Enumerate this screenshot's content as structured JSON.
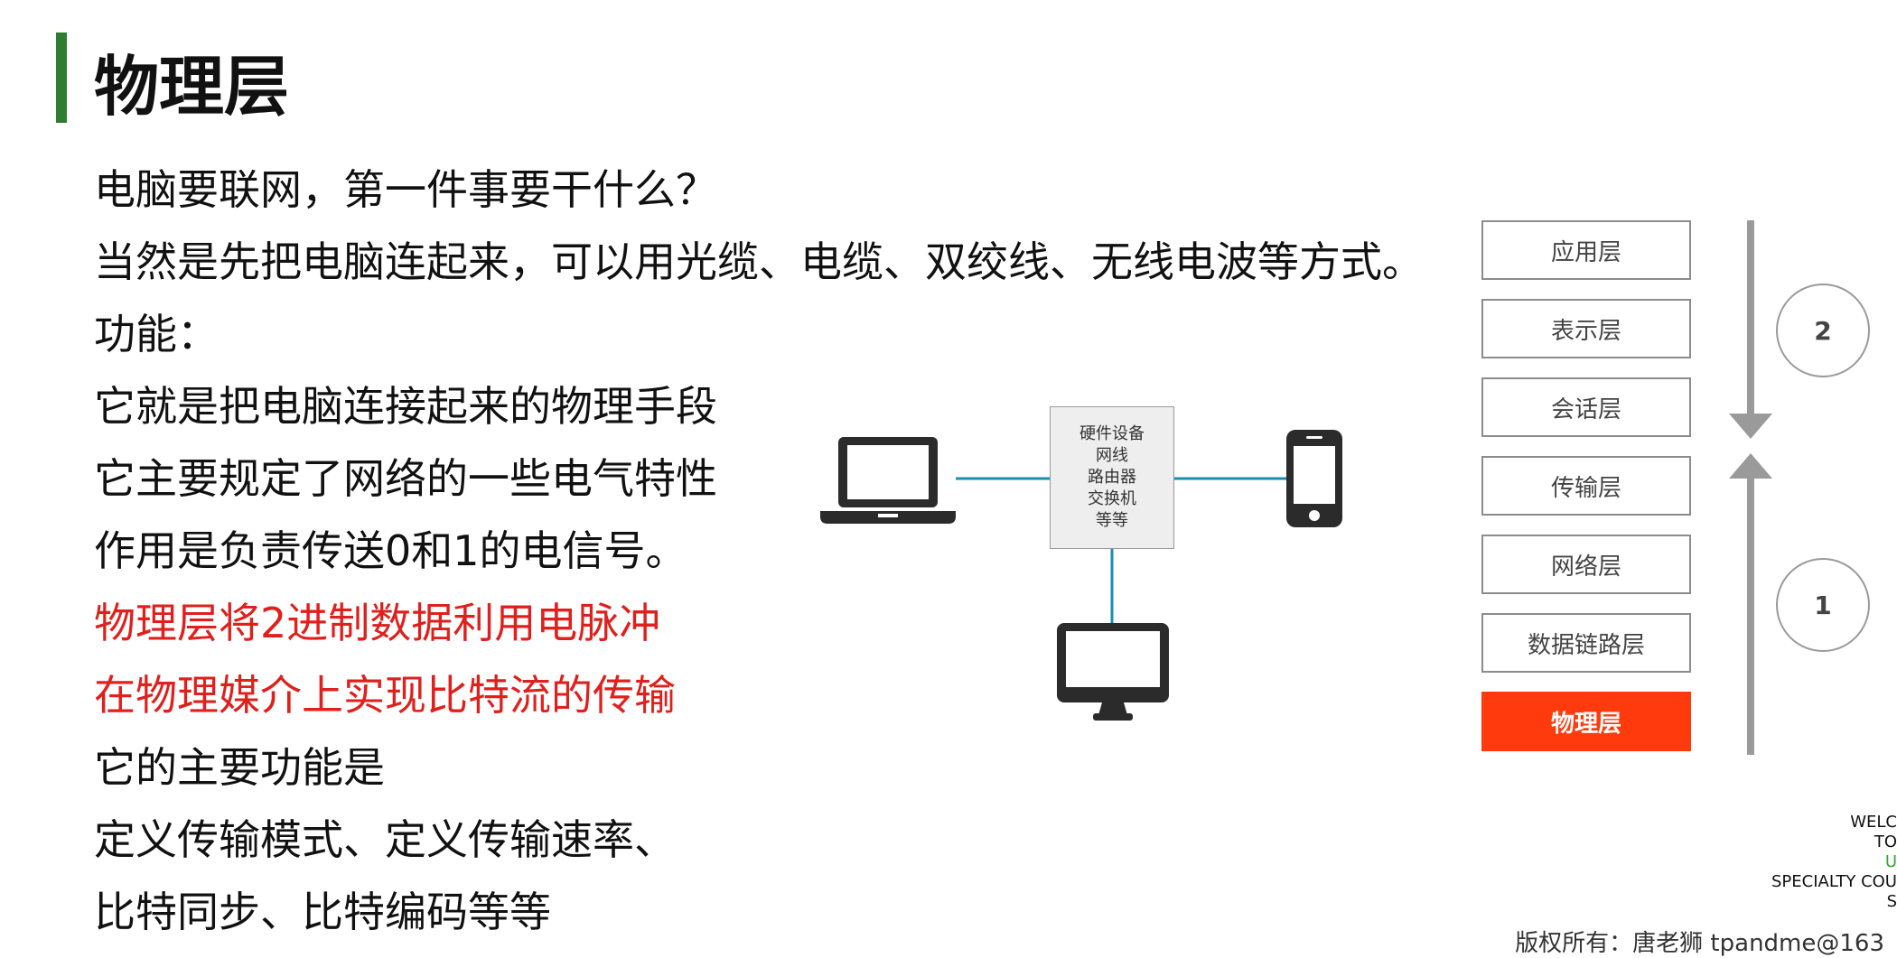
{
  "slide": {
    "title": "物理层",
    "lines": [
      {
        "text": "电脑要联网，第一件事要干什么？",
        "color": "#111111"
      },
      {
        "text": "当然是先把电脑连起来，可以用光缆、电缆、双绞线、无线电波等方式。",
        "color": "#111111"
      },
      {
        "text": "功能：",
        "color": "#111111"
      },
      {
        "text": "它就是把电脑连接起来的物理手段",
        "color": "#111111"
      },
      {
        "text": "它主要规定了网络的一些电气特性",
        "color": "#111111"
      },
      {
        "text": "作用是负责传送0和1的电信号。",
        "color": "#111111"
      },
      {
        "text": "物理层将2进制数据利用电脉冲",
        "color": "#e0201c"
      },
      {
        "text": "在物理媒介上实现比特流的传输",
        "color": "#e0201c"
      },
      {
        "text": "它的主要功能是",
        "color": "#111111"
      },
      {
        "text": "定义传输模式、定义传输速率、",
        "color": "#111111"
      },
      {
        "text": "比特同步、比特编码等等",
        "color": "#111111"
      }
    ]
  },
  "diagram": {
    "hub_lines": [
      "硬件设备",
      "网线",
      "路由器",
      "交换机",
      "等等"
    ],
    "devices": [
      "laptop-icon",
      "phone-icon",
      "desktop-monitor-icon"
    ],
    "link_color": "#1a8fb0"
  },
  "osi": {
    "layers": [
      "应用层",
      "表示层",
      "会话层",
      "传输层",
      "网络层",
      "数据链路层",
      "物理层"
    ],
    "active_layer": "物理层",
    "active_color": "#ff3b0d",
    "steps": [
      "2",
      "1"
    ]
  },
  "badge": {
    "lines": [
      "WELC",
      "TO",
      "U",
      "SPECIALTY COU",
      "S"
    ]
  },
  "footer": {
    "copyright": "版权所有：唐老狮 tpandme@163"
  }
}
